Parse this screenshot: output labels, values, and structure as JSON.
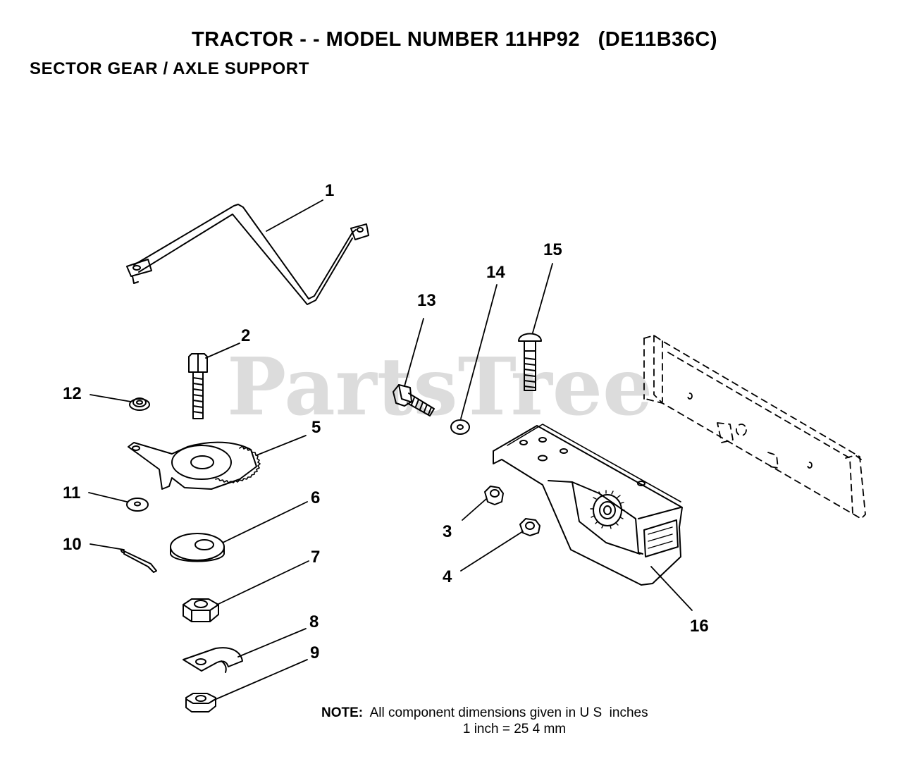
{
  "header": {
    "title": "TRACTOR - - MODEL NUMBER 11HP92   (DE11B36C)",
    "subtitle": "SECTOR GEAR / AXLE SUPPORT"
  },
  "watermark": "PartsTree",
  "callouts": {
    "c1": "1",
    "c2": "2",
    "c3": "3",
    "c4": "4",
    "c5": "5",
    "c6": "6",
    "c7": "7",
    "c8": "8",
    "c9": "9",
    "c10": "10",
    "c11": "11",
    "c12": "12",
    "c13": "13",
    "c14": "14",
    "c15": "15",
    "c16": "16"
  },
  "note": {
    "label": "NOTE:",
    "text": "All component dimensions given in U S  inches",
    "conversion": "1 inch = 25 4 mm"
  }
}
